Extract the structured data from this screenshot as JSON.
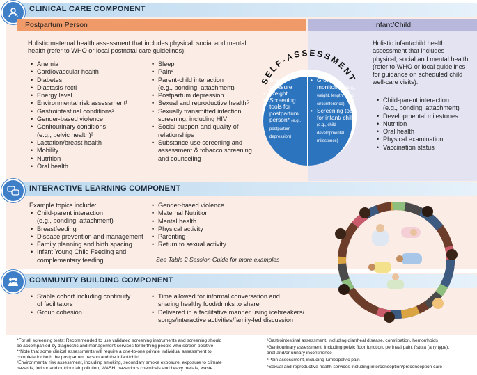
{
  "clinical": {
    "title": "CLINICAL CARE COMPONENT",
    "postpartum_header": "Postpartum Person",
    "infant_header": "Infant/Child",
    "postpartum_intro": "Holistic maternal health assessment that includes physical, social and mental health (refer to WHO or local postnatal care guidelines):",
    "pp_col1": [
      "Anemia",
      "Cardiovascular health",
      "Diabetes",
      "Diastasis recti",
      "Energy level",
      "Environmental risk assessment¹",
      "Gastrointestinal conditions²",
      "Gender-based violence",
      "Genitourinary conditions",
      "(e.g., pelvic health)³",
      "Lactation/breast health",
      "Mobility",
      "Nutrition",
      "Oral health"
    ],
    "pp_col2": [
      "Sleep",
      "Pain⁴",
      "Parent-child interaction",
      "(e.g., bonding, attachment)",
      "Postpartum depression",
      "Sexual and reproductive health⁵",
      "Sexually transmitted infection",
      "screening, including HIV",
      "Social support and quality of",
      "relationships",
      "Substance use screening and",
      "assessment & tobacco screening",
      "and counseling"
    ],
    "infant_intro": "Holistic infant/child health assessment that includes physical, social and mental health (refer to WHO or local guidelines for guidance on scheduled child well-care visits):",
    "infant_items": [
      "Child-parent interaction",
      "(e.g., bonding, attachment)",
      "Developmental milestones",
      "Nutrition",
      "Oral health",
      "Physical examination",
      "Vaccination status"
    ]
  },
  "self_assessment": {
    "arc_label": "SELF-ASSESSMENT",
    "left_items": [
      "Blood pressure",
      "Weight",
      "Screening tools for postpartum person*"
    ],
    "left_note": "(e.g., postpartum depression)",
    "right_items": [
      "Growth monitoring",
      "Screening tools for infant/ child*"
    ],
    "right_note1": "(e.g., weight, length, head circumference)",
    "right_note2": "(e.g., child developmental milestones)"
  },
  "interactive": {
    "title": "INTERACTIVE LEARNING COMPONENT",
    "intro": "Example topics include:",
    "col1": [
      "Child-parent interaction",
      "(e.g., bonding, attachment)",
      "Breastfeeding",
      "Disease prevention and management",
      "Family planning and birth spacing",
      "Infant Young Child Feeding and",
      "complementary feeding"
    ],
    "col2": [
      "Gender-based violence",
      "Maternal Nutrition",
      "Mental health",
      "Physical activity",
      "Parenting",
      "Return to sexual activity"
    ],
    "note": "See Table 2 Session Guide for more examples"
  },
  "community": {
    "title": "COMMUNITY BUILDING COMPONENT",
    "col1": [
      "Stable cohort including continuity",
      "of facilitators",
      "Group cohesion"
    ],
    "col2": [
      "Time allowed for informal conversation and",
      "sharing healthy food/drinks to share",
      "Delivered in a facilitative manner using icebreakers/",
      "songs/interactive activities/family-led discussion"
    ]
  },
  "footnotes": {
    "left": [
      "*For all screening tests: Recommended to use validated screening instruments and screening should",
      "be accompanied by diagnostic and management services for birthing people who screen positive",
      "**Note that some clinical assessments will require a one-to-one private individual assessment to",
      "complete for both the postpartum person and the infant/child",
      "¹Environmental risk assessment, including smoking, secondary smoke exposure, exposure to climate",
      "hazards, indoor and outdoor air pollution, WASH, hazardous chemicals and heavy metals, waste"
    ],
    "right": [
      "²Gastrointestinal assessment, including diarrheal disease, constipation, hemorrhoids",
      "³Genitourinary assessment, including pelvic floor function, perineal pain, fistula (any type),",
      "anal and/or urinary incontinence",
      "⁴Pain assessment, including lumbopelvic pain",
      "⁵Sexual and reproductive health services including interconception/preconception care"
    ]
  },
  "colors": {
    "accent_blue": "#2d74bf",
    "postpartum_orange": "#f09a6a",
    "infant_lavender": "#b7b8dc",
    "section_bg": "#fbece6",
    "infant_bg": "#e4e3f2"
  },
  "icons": [
    "clinic-icon",
    "chat-icon",
    "community-icon",
    "circle-of-people-illustration"
  ]
}
